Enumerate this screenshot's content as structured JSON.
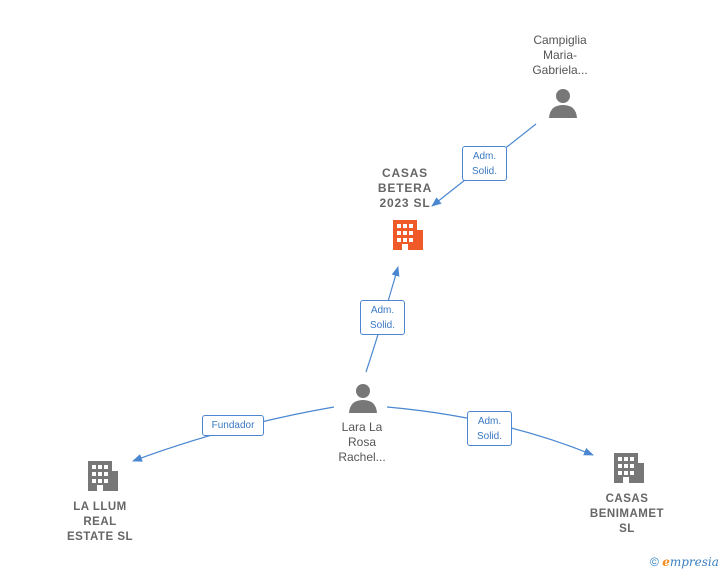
{
  "nodes": {
    "campiglia": {
      "label": "Campiglia\nMaria-\nGabriela...",
      "type": "person",
      "color": "#777777"
    },
    "casas_betera": {
      "label": "CASAS\nBETERA\n2023  SL",
      "type": "company",
      "color": "#f05a28"
    },
    "lara": {
      "label": "Lara La\nRosa\nRachel...",
      "type": "person",
      "color": "#777777"
    },
    "la_llum": {
      "label": "LA LLUM\nREAL\nESTATE  SL",
      "type": "company",
      "color": "#777777"
    },
    "casas_benimamet": {
      "label": "CASAS\nBENIMAMET\nSL",
      "type": "company",
      "color": "#777777"
    }
  },
  "edges": {
    "campiglia_betera": {
      "label": "Adm.\nSolid."
    },
    "lara_betera": {
      "label": "Adm.\nSolid."
    },
    "lara_llum": {
      "label": "Fundador"
    },
    "lara_benimamet": {
      "label": "Adm.\nSolid."
    }
  },
  "colors": {
    "edge": "#4a87d0",
    "accent": "#f05a28"
  },
  "footer": {
    "copyright": "©",
    "brand_e": "e",
    "brand_rest": "mpresia"
  }
}
